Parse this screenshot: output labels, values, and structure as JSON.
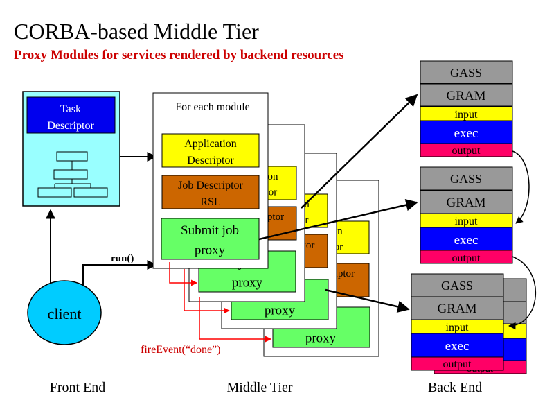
{
  "title": "CORBA-based Middle Tier",
  "subtitle": "Proxy Modules for services rendered by backend resources",
  "front_end": {
    "task_descriptor": "Task\nDescriptor",
    "client": "client",
    "run_label": "run()"
  },
  "middle_tier": {
    "header": "For each module",
    "application_descriptor": "Application\nDescriptor",
    "job_descriptor": "Job Descriptor\nRSL",
    "submit_proxy": "Submit job\nproxy",
    "back_fragments": {
      "cards": [
        {
          "app": "on\nor",
          "job": "ptor",
          "proxy": "job\nproxy"
        },
        {
          "app": "n\nr",
          "job": "tor",
          "proxy": "b\nproxy"
        },
        {
          "app": "tion\nptor",
          "job": "criptor",
          "proxy": "job\nproxy"
        }
      ]
    },
    "fire_event": "fireEvent(“done”)"
  },
  "back_end": {
    "stacks": [
      {
        "gass": "GASS",
        "gram": "GRAM",
        "input": "input",
        "exec": "exec",
        "output": "output"
      },
      {
        "gass": "GASS",
        "gram": "GRAM",
        "input": "input",
        "exec": "exec",
        "output": "output"
      },
      {
        "gass": "GASS",
        "gram": "GRAM",
        "input": "input",
        "exec": "exec",
        "output": "output"
      }
    ],
    "hidden_output": "output"
  },
  "footer": {
    "front": "Front End",
    "middle": "Middle Tier",
    "back": "Back End"
  },
  "colors": {
    "title_red": "#cc0000",
    "task_panel": "#99ffff",
    "task_header": "#0000ee",
    "client_fill": "#00ccff",
    "app_desc": "#ffff00",
    "job_desc": "#cc6600",
    "proxy": "#66ff66",
    "gass": "#999999",
    "input": "#ffff00",
    "exec": "#0000ff",
    "output": "#ff0066",
    "event_arrow": "#ff0000"
  }
}
